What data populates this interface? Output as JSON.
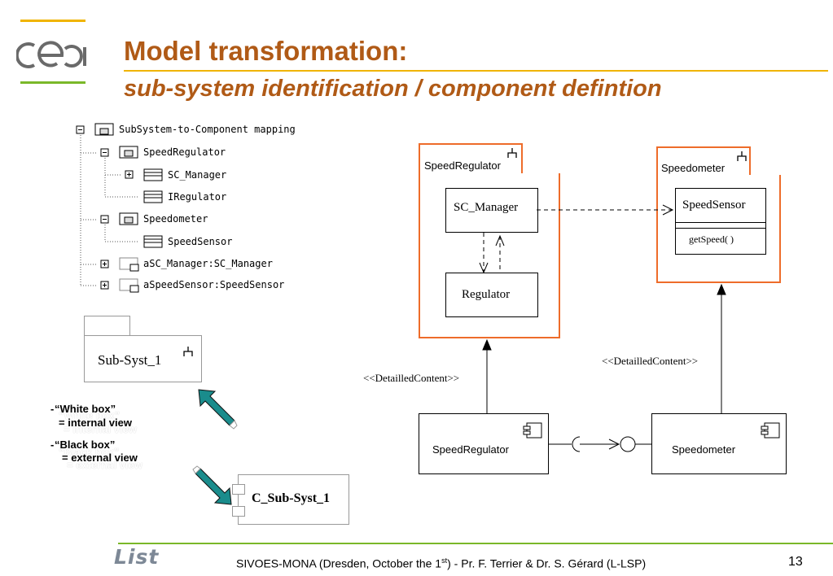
{
  "header": {
    "title": "Model transformation:",
    "subtitle": "sub-system identification / component defintion"
  },
  "tree": {
    "root": "SubSystem-to-Component mapping",
    "items": [
      "SpeedRegulator",
      "SC_Manager",
      "IRegulator",
      "Speedometer",
      "SpeedSensor",
      "aSC_Manager:SC_Manager",
      "aSpeedSensor:SpeedSensor"
    ]
  },
  "left_diagram": {
    "subsystem_label": "Sub-Syst_1",
    "component_label": "C_Sub-Syst_1",
    "white_box_title": "“White box”",
    "white_box_desc": "= internal view",
    "black_box_title": "“Black box”",
    "black_box_desc": "= external view",
    "dash": "-",
    "arrow_color": "#1a8c8c"
  },
  "uml": {
    "pkg_speed_regulator": "SpeedRegulator",
    "pkg_speedometer": "Speedometer",
    "sc_manager": "SC_Manager",
    "regulator": "Regulator",
    "speed_sensor": "SpeedSensor",
    "get_speed": "getSpeed( )",
    "stereo_left": "<<DetailledContent>>",
    "stereo_right": "<<DetailledContent>>",
    "comp_speed_regulator": "SpeedRegulator",
    "comp_speedometer": "Speedometer",
    "accent_color": "#ee6c2a"
  },
  "footer": {
    "text_prefix": "SIVOES-MONA (Dresden, October the 1",
    "text_sup": "st",
    "text_suffix": ") - Pr. F. Terrier & Dr. S. Gérard  (L-LSP)",
    "page": "13",
    "list_logo": "List"
  },
  "logo": {
    "text": "cea"
  }
}
